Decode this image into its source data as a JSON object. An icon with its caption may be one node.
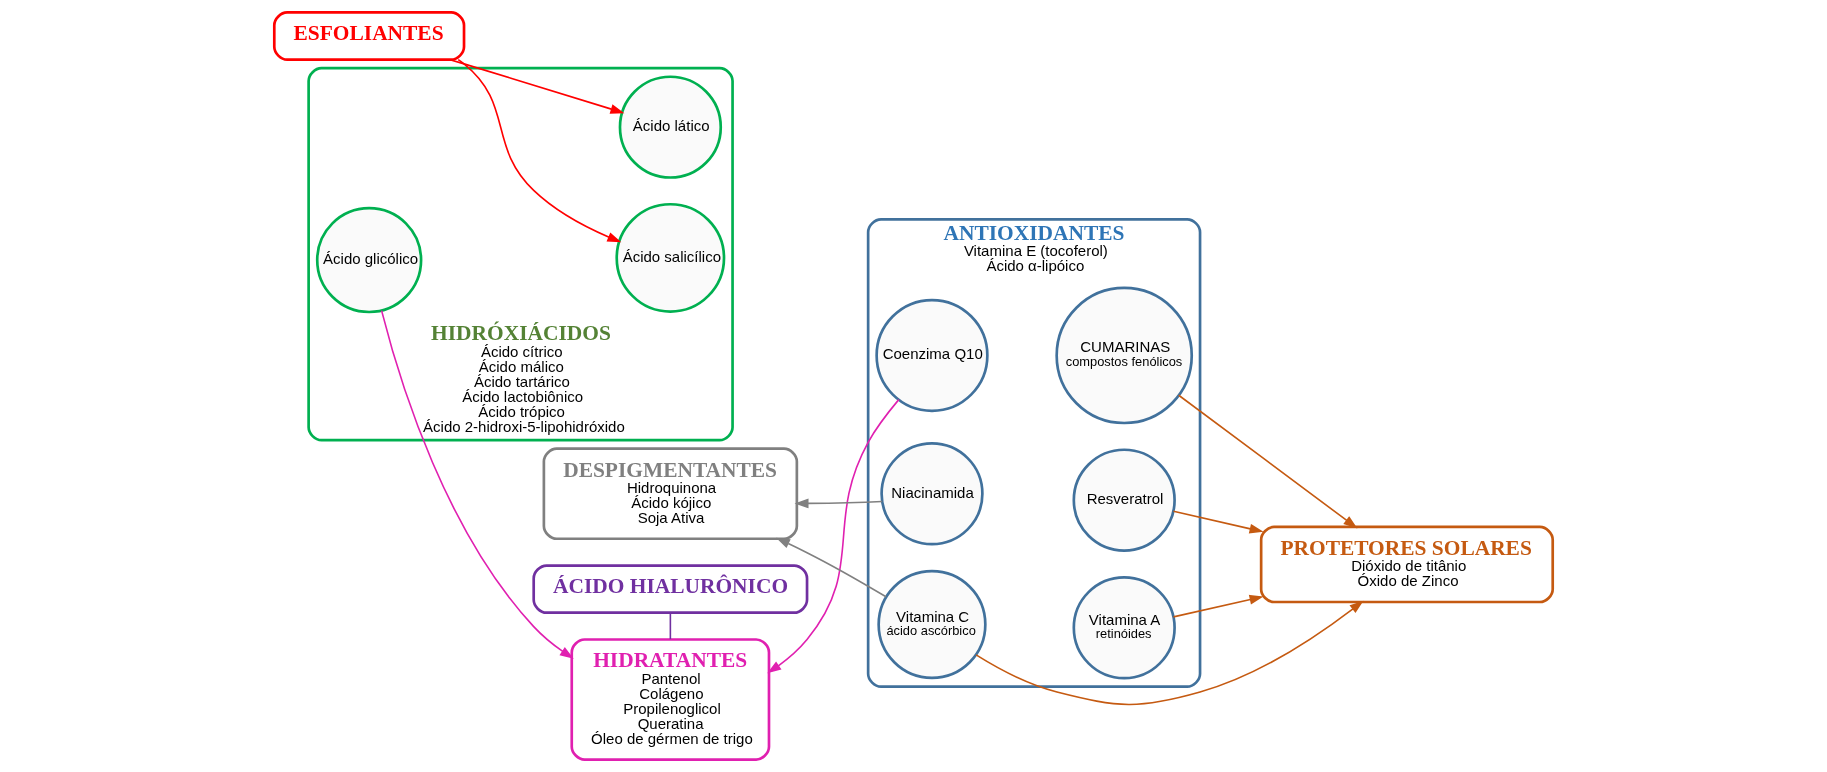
{
  "diagram": {
    "nodes": [
      {
        "text": [
          "HIDRÓXIÁCIDOS",
          "Ácido cítrico",
          "Ácido málico",
          "Ácido tartárico",
          "Ácido lactobiônico",
          "Ácido trópico",
          "Ácido 2-hidroxi-5-lipohidróxido"
        ]
      },
      {
        "text": [
          "Ácido glicólico"
        ],
        "in": 0
      },
      {
        "text": [
          "Ácido lático"
        ],
        "in": 0
      },
      {
        "text": [
          "Ácido salicílico"
        ],
        "in": 0
      },
      {
        "text": [
          "ESFOLIANTES"
        ]
      },
      {
        "text": [
          "ÁCIDO HIALURÔNICO"
        ]
      },
      {
        "text": [
          "HIDRATANTES",
          "Pantenol",
          "Colágeno",
          "Propilenoglicol",
          "Queratina",
          "Óleo de gérmen de trigo"
        ]
      },
      {
        "text": [
          "DESPIGMENTANTES",
          "Hidroquinona",
          "Ácido kójico",
          "Soja Ativa"
        ]
      },
      {
        "text": [
          "ANTIOXIDANTES",
          "Vitamina E (tocoferol)",
          "Ácido α-lipóico"
        ]
      },
      {
        "text": [
          "Coenzima Q10"
        ],
        "in": 8
      },
      {
        "text": [
          "CUMARINAS",
          "compostos fenólicos"
        ],
        "in": 8
      },
      {
        "text": [
          "Niacinamida"
        ],
        "in": 8
      },
      {
        "text": [
          "Resveratrol"
        ],
        "in": 8
      },
      {
        "text": [
          "Vitamina C",
          "ácido ascórbico"
        ],
        "in": 8
      },
      {
        "text": [
          "Vitamina A",
          "retinóides"
        ],
        "in": 8
      },
      {
        "text": [
          "PROTETORES SOLARES",
          "Dióxido de titânio",
          "Óxido de Zinco"
        ]
      }
    ],
    "edges": [
      {
        "from": 4,
        "to": 2,
        "arrow": "to",
        "color": "#ff0000"
      },
      {
        "from": 4,
        "to": 3,
        "arrow": "to",
        "color": "#ff0000"
      },
      {
        "from": 1,
        "to": 6,
        "arrow": "to",
        "color": "#e020b0"
      },
      {
        "from": 5,
        "to": 6,
        "arrow": "none",
        "color": "#7030a0"
      },
      {
        "from": 9,
        "to": 6,
        "arrow": "to",
        "color": "#e020b0"
      },
      {
        "from": 11,
        "to": 7,
        "arrow": "to",
        "color": "#808080"
      },
      {
        "from": 13,
        "to": 7,
        "arrow": "to",
        "color": "#808080"
      },
      {
        "from": 10,
        "to": 15,
        "arrow": "to",
        "color": "#c55a11"
      },
      {
        "from": 12,
        "to": 15,
        "arrow": "to",
        "color": "#c55a11"
      },
      {
        "from": 14,
        "to": 15,
        "arrow": "to",
        "color": "#c55a11"
      },
      {
        "from": 13,
        "to": 15,
        "arrow": "to",
        "color": "#c55a11"
      }
    ]
  }
}
